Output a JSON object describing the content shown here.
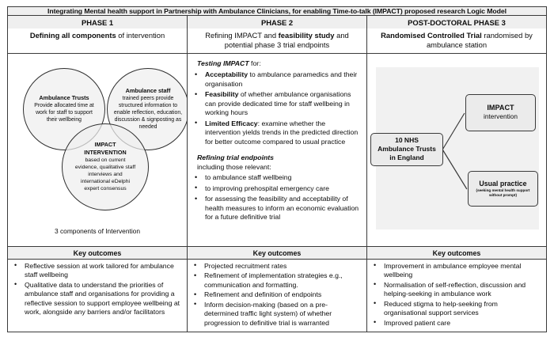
{
  "title": "Integrating Mental health support in Partnership with Ambulance Clinicians, for enabling Time-to-talk (IMPACT) proposed research Logic Model",
  "phases": [
    {
      "heading": "PHASE 1",
      "sub_bold": "Defining all components",
      "sub_rest": " of intervention"
    },
    {
      "heading": "PHASE 2",
      "sub_line1_a": "Refining IMPACT and ",
      "sub_line1_b": "feasibility study",
      "sub_line1_c": " and",
      "sub_line2": "potential phase 3 trial endpoints"
    },
    {
      "heading": "POST-DOCTORAL PHASE 3",
      "sub_line1_a": "Randomised Controlled Trial",
      "sub_line1_b": " randomised by",
      "sub_line2": "ambulance station"
    }
  ],
  "venn": {
    "circles": [
      {
        "name": "ambulance-trusts",
        "title": "Ambulance Trusts",
        "text": "Provide allocated time at work for staff to support their wellbeing"
      },
      {
        "name": "ambulance-staff",
        "title": "Ambulance staff",
        "text": "trained peers provide structured information to enable reflection, education, discussion & signposting as needed"
      },
      {
        "name": "impact-intervention",
        "title_line1": "IMPACT",
        "title_line2": "INTERVENTION",
        "text": "based on current evidence, qualitative staff interviews and international eDelphi expert consensus"
      }
    ],
    "caption": "3 components of Intervention"
  },
  "phase2": {
    "lead1_bold": "Testing IMPACT",
    "lead1_rest": " for:",
    "bullets1": [
      {
        "bold": "Acceptability",
        "rest": " to ambulance paramedics and their organisation"
      },
      {
        "bold": "Feasibility",
        "rest": " of whether ambulance organisations can provide dedicated time for staff wellbeing in working hours"
      },
      {
        "bold": "Limited Efficacy",
        "rest": ": examine whether the intervention yields trends in the predicted direction for better outcome compared to usual practice"
      }
    ],
    "lead2": "Refining trial endpoints",
    "lead2_sub": "including those relevant:",
    "bullets2": [
      "to ambulance staff wellbeing",
      "to improving prehospital emergency care",
      "for assessing the feasibility and acceptability of health measures to inform an economic evaluation for a future definitive trial"
    ]
  },
  "phase3": {
    "box_trusts_line1": "10 NHS",
    "box_trusts_line2": "Ambulance Trusts",
    "box_trusts_line3": "in England",
    "box_impact_title": "IMPACT",
    "box_impact_sub": "intervention",
    "box_usual_title": "Usual practice",
    "box_usual_sub": "(seeking mental health support without prompt)"
  },
  "key_outcomes": {
    "heading": "Key outcomes",
    "phase1": [
      "Reflective session at work tailored for ambulance staff wellbeing",
      "Qualitative data to understand the priorities of ambulance staff and organisations for providing a reflective session to support employee wellbeing at work, alongside any barriers and/or facilitators"
    ],
    "phase2": [
      "Projected recruitment rates",
      "Refinement of implementation strategies e.g., communication and formatting.",
      "Refinement and definition of endpoints",
      "Inform decision-making (based on a pre-determined traffic light system) of whether progression to definitive trial is warranted"
    ],
    "phase3": [
      "Improvement in ambulance employee mental wellbeing",
      "Normalisation of self-reflection, discussion and helping-seeking in ambulance work",
      "Reduced stigma to help-seeking from organisational support services",
      "Improved patient care"
    ]
  },
  "colors": {
    "header_band": "#efefef",
    "border": "#3a3a3a",
    "panel_grey": "#f1f1f1",
    "box_fill": "#ebebeb"
  }
}
